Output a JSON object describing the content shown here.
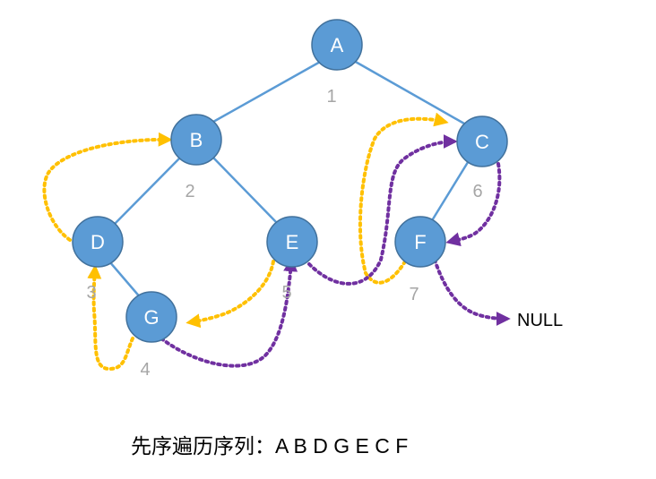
{
  "nodes": {
    "A": "A",
    "B": "B",
    "C": "C",
    "D": "D",
    "E": "E",
    "F": "F",
    "G": "G"
  },
  "orders": {
    "A": "1",
    "B": "2",
    "D": "3",
    "G": "4",
    "E": "5",
    "C": "6",
    "F": "7"
  },
  "null_label": "NULL",
  "caption": "先序遍历序列：A B D G E C F",
  "colors": {
    "node_fill": "#5b9bd5",
    "edge": "#5b9bd5",
    "thread_yellow": "#ffc000",
    "thread_purple": "#7030a0",
    "order_text": "#a6a6a6"
  }
}
